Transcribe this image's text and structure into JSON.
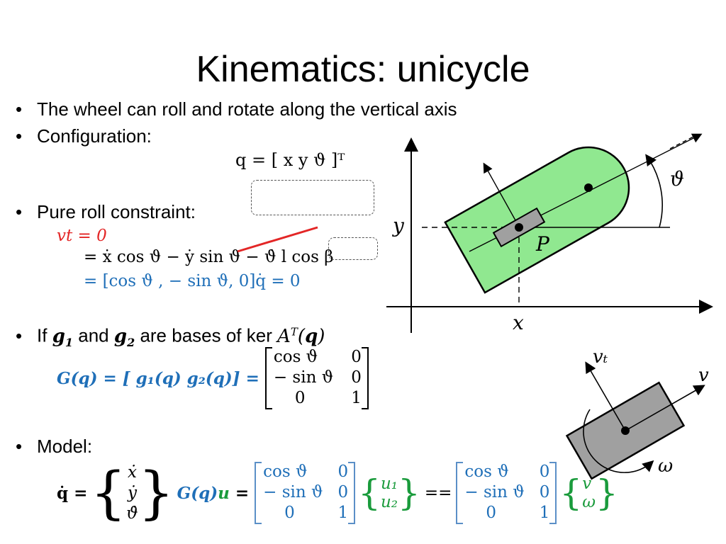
{
  "slide": {
    "title": "Kinematics: unicycle",
    "bullets": [
      "The wheel can roll and rotate along the vertical axis",
      "Configuration:",
      "Pure roll constraint:",
      "If",
      "Model:"
    ],
    "if_mid": "and",
    "if_end": "are bases of ker",
    "config_eq": "q = [ x   y   ϑ ]ᵀ",
    "constraint": {
      "line1": "vt = 0",
      "line2": "= ẋ cos ϑ − ẏ sin ϑ − ϑ̇ l cos β",
      "line3": "= [cos ϑ , − sin ϑ, 0]q̇ = 0"
    },
    "g_matrix": {
      "lhs": "G(q) = [ g₁(q) g₂(q)] =",
      "rows": [
        [
          "cos ϑ",
          "0"
        ],
        [
          "− sin ϑ",
          "0"
        ],
        [
          "0",
          "1"
        ]
      ]
    },
    "model": {
      "qdot": "q̇ =",
      "vec": [
        "ẋ",
        "ẏ",
        "ϑ̇"
      ],
      "eq1": "= G(q)u =",
      "u": [
        "u₁",
        "u₂"
      ],
      "eq2": "==",
      "vw": [
        "v",
        "ω"
      ]
    }
  },
  "figure": {
    "labels": {
      "y": "y",
      "x": "x",
      "P": "P",
      "theta": "ϑ"
    },
    "wheel_labels": {
      "vt": "vₜ",
      "v": "v",
      "omega": "ω"
    },
    "colors": {
      "body": "#90e890",
      "wheel": "#a0a0a0",
      "constraint_red": "#e32626",
      "blue": "#1f6fb8",
      "green": "#1a9b3c"
    }
  }
}
